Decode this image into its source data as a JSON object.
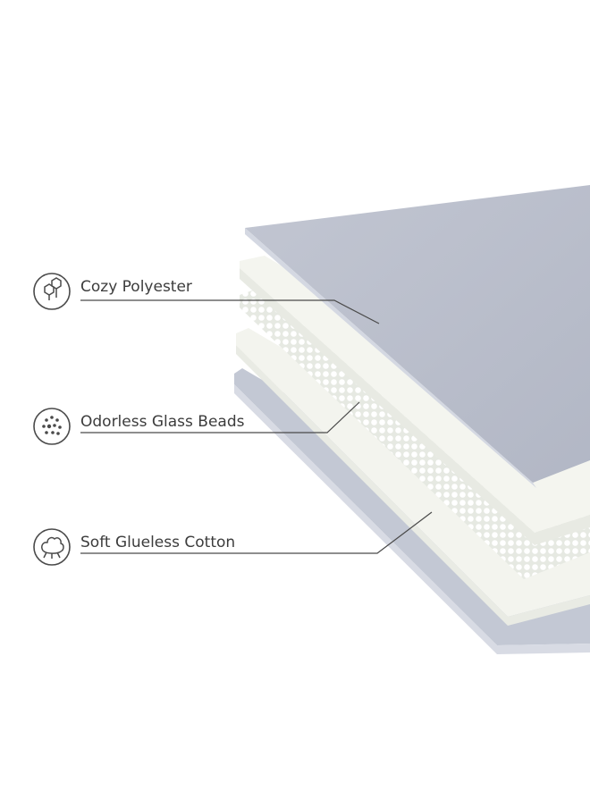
{
  "callouts": [
    {
      "label": "Cozy Polyester",
      "icon": "molecule-icon"
    },
    {
      "label": "Odorless Glass Beads",
      "icon": "beads-icon"
    },
    {
      "label": "Soft Glueless Cotton",
      "icon": "cotton-icon"
    }
  ],
  "colors": {
    "polyester": "#b7bcc9",
    "cotton": "#f4f5ef",
    "beads": "#ffffff",
    "text": "#3c3c3c",
    "line": "#4a4a4a"
  }
}
